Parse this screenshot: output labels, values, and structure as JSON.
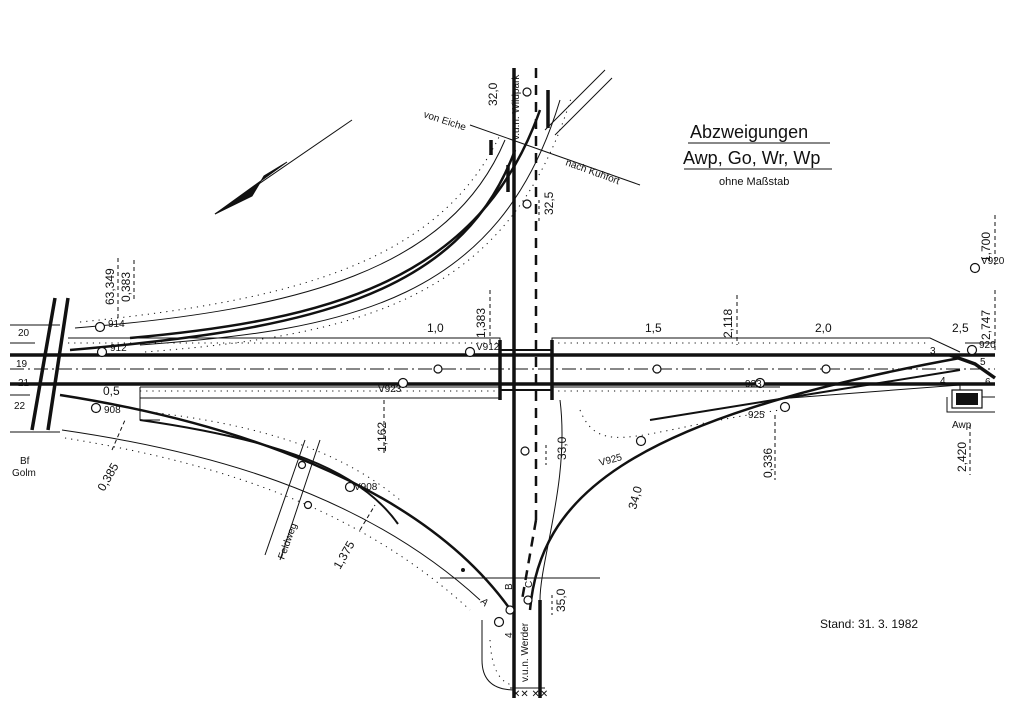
{
  "title": {
    "line1": "Abzweigungen",
    "line2": "Awp, Go, Wr, Wp",
    "subtitle": "ohne Maßstab"
  },
  "stand": "Stand: 31. 3. 1982",
  "station": {
    "line1": "Bf",
    "line2": "Golm"
  },
  "awp_label": "Awp",
  "directions": {
    "eiche": "von Eiche",
    "kuhfort": "nach Kuhfort",
    "wildpark": "v.u.n. Wildpark",
    "werder": "v.u.n. Werder"
  },
  "feldweg": "Feldweg",
  "km_marks": {
    "k32_0": "32,0",
    "k32_5": "32,5",
    "k63349": "63,349",
    "k0383": "0,383",
    "k1383": "1,383",
    "k2118": "2,118",
    "k1700": "1,700",
    "k2747": "2,747",
    "k1162": "1,162",
    "k0385": "0,385",
    "k1375": "1,375",
    "k33_0": "33,0",
    "k0336": "0,336",
    "k34_0": "34,0",
    "k2420": "2,420",
    "k35_0": "35,0",
    "k1_0": "1,0",
    "k1_5": "1,5",
    "k2_0": "2,0",
    "k2_5": "2,5",
    "k0_5": "0,5"
  },
  "signals": {
    "s914": "914",
    "s912a": "912",
    "s912b": "V912",
    "s908a": "908",
    "s908b": "V908",
    "s923a": "V923",
    "s923b": "923",
    "s925a": "925",
    "s925b": "V925",
    "s920a": "V920",
    "s920b": "920",
    "sA": "A",
    "sB": "B",
    "sC": "C"
  },
  "switches": {
    "w20": "20",
    "w19": "19",
    "w21": "21",
    "w22": "22",
    "w3": "3",
    "w4": "4",
    "w5": "5",
    "w6": "6",
    "w4b": "4"
  }
}
